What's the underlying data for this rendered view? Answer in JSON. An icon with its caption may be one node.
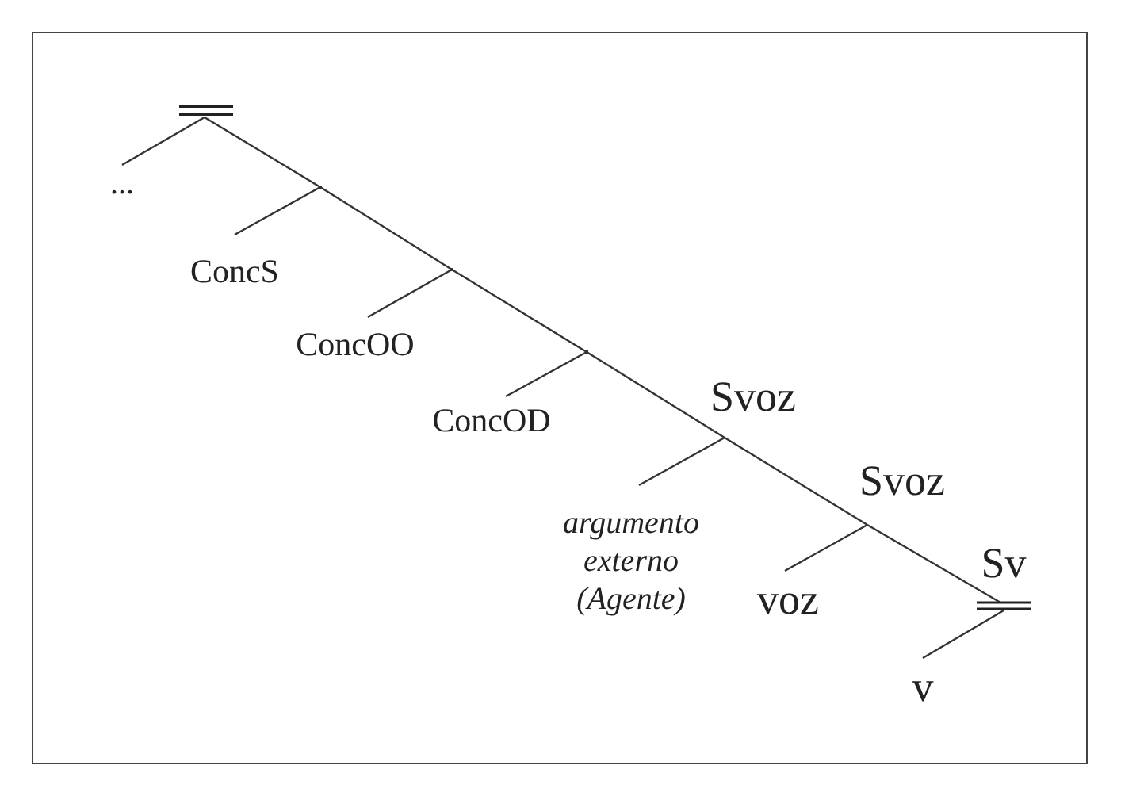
{
  "diagram": {
    "nodes": [
      {
        "text": [],
        "shape": "bar"
      },
      {
        "text": [
          "..."
        ]
      },
      {
        "text": [],
        "shape": "point"
      },
      {
        "text": [
          "ConcS"
        ]
      },
      {
        "text": [],
        "shape": "point"
      },
      {
        "text": [
          "ConcOO"
        ]
      },
      {
        "text": [],
        "shape": "point"
      },
      {
        "text": [
          "ConcOD"
        ]
      },
      {
        "text": [
          "Svoz"
        ]
      },
      {
        "text": [
          "argumento externo (Agente)"
        ]
      },
      {
        "text": [
          "Svoz"
        ]
      },
      {
        "text": [
          "voz"
        ]
      },
      {
        "text": [
          "Sv"
        ]
      },
      {
        "text": [
          "v"
        ]
      }
    ],
    "edges": [
      {
        "from": 0,
        "to": 1,
        "arrow": "none"
      },
      {
        "from": 0,
        "to": 2,
        "arrow": "none"
      },
      {
        "from": 2,
        "to": 3,
        "arrow": "none"
      },
      {
        "from": 2,
        "to": 4,
        "arrow": "none"
      },
      {
        "from": 4,
        "to": 5,
        "arrow": "none"
      },
      {
        "from": 4,
        "to": 6,
        "arrow": "none"
      },
      {
        "from": 6,
        "to": 7,
        "arrow": "none"
      },
      {
        "from": 6,
        "to": 8,
        "arrow": "none"
      },
      {
        "from": 8,
        "to": 9,
        "arrow": "none"
      },
      {
        "from": 8,
        "to": 10,
        "arrow": "none"
      },
      {
        "from": 10,
        "to": 11,
        "arrow": "none"
      },
      {
        "from": 10,
        "to": 12,
        "arrow": "none"
      },
      {
        "from": 12,
        "to": 13,
        "arrow": "none"
      }
    ]
  }
}
